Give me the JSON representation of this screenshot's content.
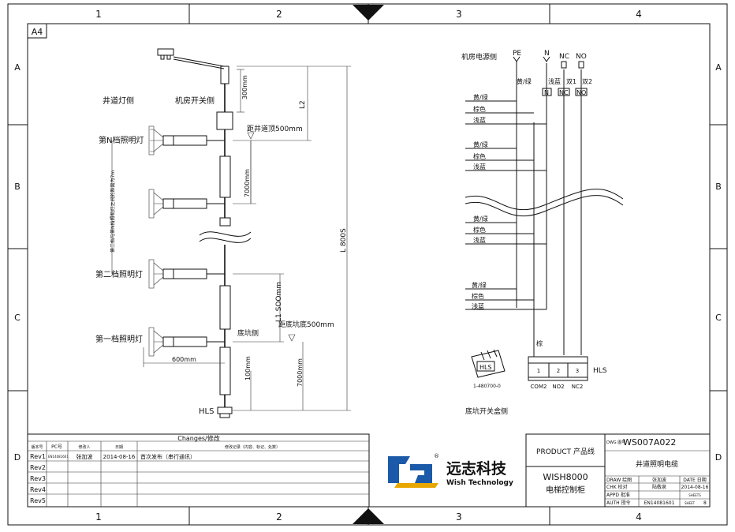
{
  "frame": {
    "sheet_size": "A4",
    "columns": [
      "1",
      "2",
      "3",
      "4"
    ],
    "rows": [
      "A",
      "B",
      "C",
      "D"
    ]
  },
  "left_diagram": {
    "hoistway_side": "井道灯侧",
    "machine_room_switch_side": "机房开关侧",
    "lamp_n": "第N档照明灯",
    "lamp_2": "第二档照明灯",
    "lamp_1": "第一档照明灯",
    "dim_300": "300mm",
    "dim_l2": "L2",
    "dim_top": "距井道顶500mm",
    "dim_7000_upper": "7000mm",
    "vertical_note": "第二档与第N档照明灯之间的距离为7m",
    "dim_l1": "L1 SOOmm",
    "dim_pit": "距底坑底500mm",
    "pit_side": "底坑侧",
    "dim_600": "600mm",
    "dim_100": "100mm",
    "dim_7000_lower": "7000mm",
    "dim_total": "L 800S",
    "hls": "HLS"
  },
  "right_diagram": {
    "machine_room_power_side": "机房电源侧",
    "pe": "PE",
    "n": "N",
    "nc": "NC",
    "no": "NO",
    "yellow_green": "黄/绿",
    "light_blue": "浅蓝",
    "double1": "双1",
    "double2": "双2",
    "box_n": "N",
    "box_nc": "NC",
    "box_no": "NO",
    "groups": [
      {
        "yg": "黄/绿",
        "brown": "棕色",
        "blue": "浅蓝"
      },
      {
        "yg": "黄/绿",
        "brown": "棕色",
        "blue": "浅蓝"
      },
      {
        "yg": "黄/绿",
        "brown": "棕色",
        "blue": "浅蓝"
      },
      {
        "yg": "黄/绿",
        "brown": "棕色",
        "blue": "浅蓝"
      }
    ],
    "brown_label": "棕",
    "connector_label": "HLS",
    "connector_part": "1-480700-0",
    "terminals": [
      "1",
      "2",
      "3"
    ],
    "terminal_labels": [
      "COM2",
      "NO2",
      "NC2"
    ],
    "terminal_hls": "HLS",
    "pit_switch_box": "底坑开关盒侧"
  },
  "changes": {
    "title": "Changes/修改",
    "headers": [
      "版本号",
      "PC号",
      "修改人",
      "日期",
      "修改记录（内容、标记、处数）"
    ],
    "rows": [
      {
        "rev": "Rev1",
        "pc": "EN14081601",
        "by": "张加波",
        "date": "2014-08-16",
        "note": "首次发布（串行通讯）"
      },
      {
        "rev": "Rev2",
        "pc": "",
        "by": "",
        "date": "",
        "note": ""
      },
      {
        "rev": "Rev3",
        "pc": "",
        "by": "",
        "date": "",
        "note": ""
      },
      {
        "rev": "Rev4",
        "pc": "",
        "by": "",
        "date": "",
        "note": ""
      },
      {
        "rev": "Rev5",
        "pc": "",
        "by": "",
        "date": "",
        "note": ""
      }
    ]
  },
  "logo": {
    "cn": "远志科技",
    "en": "Wish Technology",
    "reg": "®",
    "brand_color": "#1a5aa8",
    "accent_color": "#e8a600"
  },
  "title_block": {
    "product_label": "PRODUCT 产品线",
    "product_name": "WISH8000",
    "product_cn": "电梯控制柜",
    "dwg_label": "DWG 图号",
    "dwg_no": "WS007A022",
    "drawing_title": "井道照明电缆",
    "draw_label": "DRAW 绘图",
    "draw_by": "张加波",
    "chk_label": "CHK 校对",
    "chk_by": "陆敬泉",
    "appd_label": "APPD 批准",
    "auth_label": "AUTH 授令",
    "auth_value": "EN14081601",
    "date_label": "DATE 日期",
    "date_value": "2014-08-16",
    "sheets_label": "SHEETS",
    "sheet_label": "SHEET",
    "sheet_value": "8"
  }
}
